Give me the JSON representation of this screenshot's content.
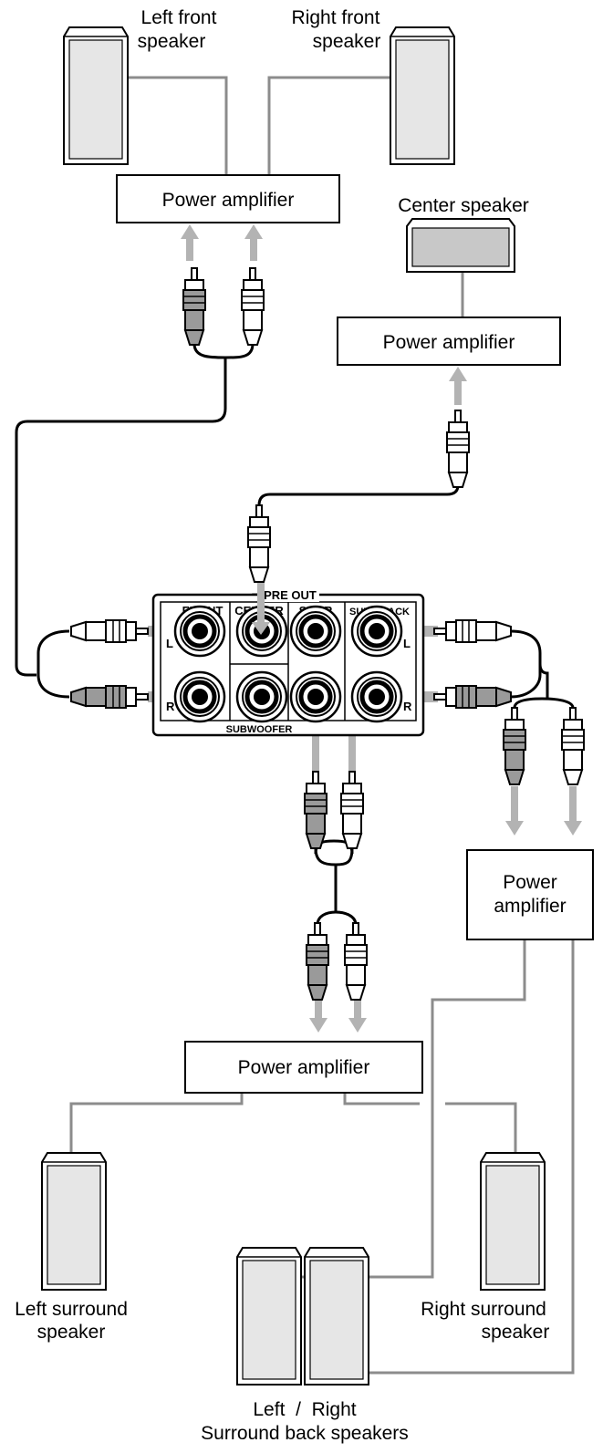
{
  "labels": {
    "left_front": [
      "Left front",
      "speaker"
    ],
    "right_front": [
      "Right front",
      "speaker"
    ],
    "center": [
      "Center speaker"
    ],
    "left_surround": [
      "Left surround",
      "speaker"
    ],
    "right_surround": [
      "Right surround",
      "speaker"
    ],
    "surround_back": [
      "Left  /  Right",
      "Surround back speakers"
    ]
  },
  "amplifiers": {
    "front": "Power amplifier",
    "center": "Power amplifier",
    "surround_back": [
      "Power",
      "amplifier"
    ],
    "surround": "Power amplifier"
  },
  "panel": {
    "title": "PRE OUT",
    "front": "FRONT",
    "center": "CENTER",
    "surr": "SURR",
    "surr_back": "SURR BACK",
    "subwoofer": "SUBWOOFER",
    "l": "L",
    "r": "R"
  },
  "colors": {
    "wire": "#8c8c8c",
    "arrow": "#b3b3b3",
    "speaker_face": "#e6e6e6",
    "center_face": "#c8c8c8",
    "plug_dark": "#9a9a9a"
  }
}
